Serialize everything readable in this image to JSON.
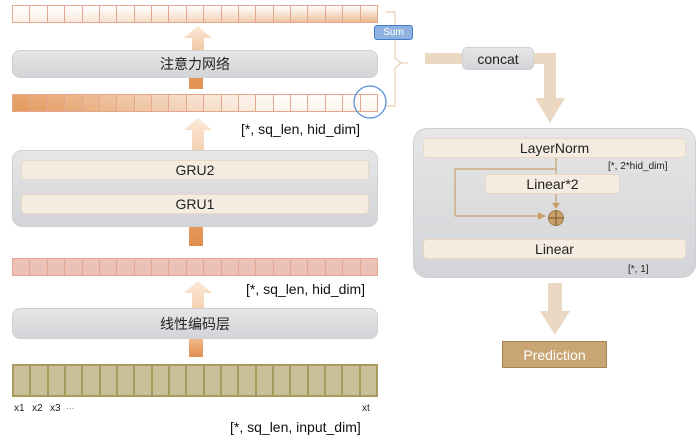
{
  "colors": {
    "cell_border": "#e2a78e",
    "gradient_dark": "#e39a5e",
    "gradient_light": "#ffffff",
    "embed_cell": "#ebc2b5",
    "input_cell": "#c9bf98",
    "input_border": "#a89a5c",
    "arrow_light": "#f7dcc5",
    "arrow_dark": "#e29456",
    "flow_arrow": "#ead8c2",
    "sum_badge": "#8fb2e0",
    "circle": "#5b8fd4",
    "prediction": "#c9a574",
    "residual_line": "#c9a06a"
  },
  "sequence": {
    "cells": 21
  },
  "labels": {
    "attention": "注意力网络",
    "gru2": "GRU2",
    "gru1": "GRU1",
    "linear_encoder": "线性编码层",
    "sum": "Sum",
    "concat": "concat",
    "layernorm": "LayerNorm",
    "linear2": "Linear*2",
    "linear": "Linear",
    "prediction": "Prediction",
    "add_symbol": "⊕"
  },
  "shapes": {
    "hidden_after_gru": "[*, sq_len, hid_dim]",
    "hidden_after_encoder": "[*, sq_len, hid_dim]",
    "input": "[*, sq_len, input_dim]",
    "after_layernorm": "[*, 2*hid_dim]",
    "output": "[*, 1]"
  },
  "input_ticks": {
    "x1": "x1",
    "x2": "x2",
    "x3": "x3",
    "ellipsis": "...",
    "xt": "xt"
  }
}
